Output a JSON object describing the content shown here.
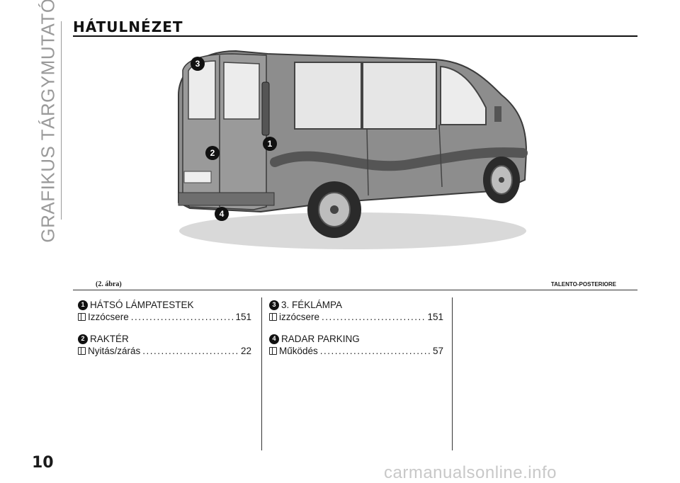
{
  "side_title": "GRAFIKUS TÁRGYMUTATÓ",
  "section_title": "HÁTULNÉZET",
  "figure": {
    "caption": "(2. ábra)",
    "code": "TALENTO-POSTERIORE",
    "callouts": [
      "1",
      "2",
      "3",
      "4"
    ]
  },
  "entries": [
    {
      "num": "1",
      "title": "HÁTSÓ LÁMPATESTEK",
      "sub": "Izzócsere",
      "page": "151"
    },
    {
      "num": "2",
      "title": "RAKTÉR",
      "sub": "Nyitás/zárás",
      "page": "22"
    },
    {
      "num": "3",
      "title": "3. FÉKLÁMPA",
      "sub": "izzócsere",
      "page": "151"
    },
    {
      "num": "4",
      "title": "RADAR PARKING",
      "sub": "Működés",
      "page": "57"
    }
  ],
  "page_number": "10",
  "watermark": "carmanualsonline.info"
}
